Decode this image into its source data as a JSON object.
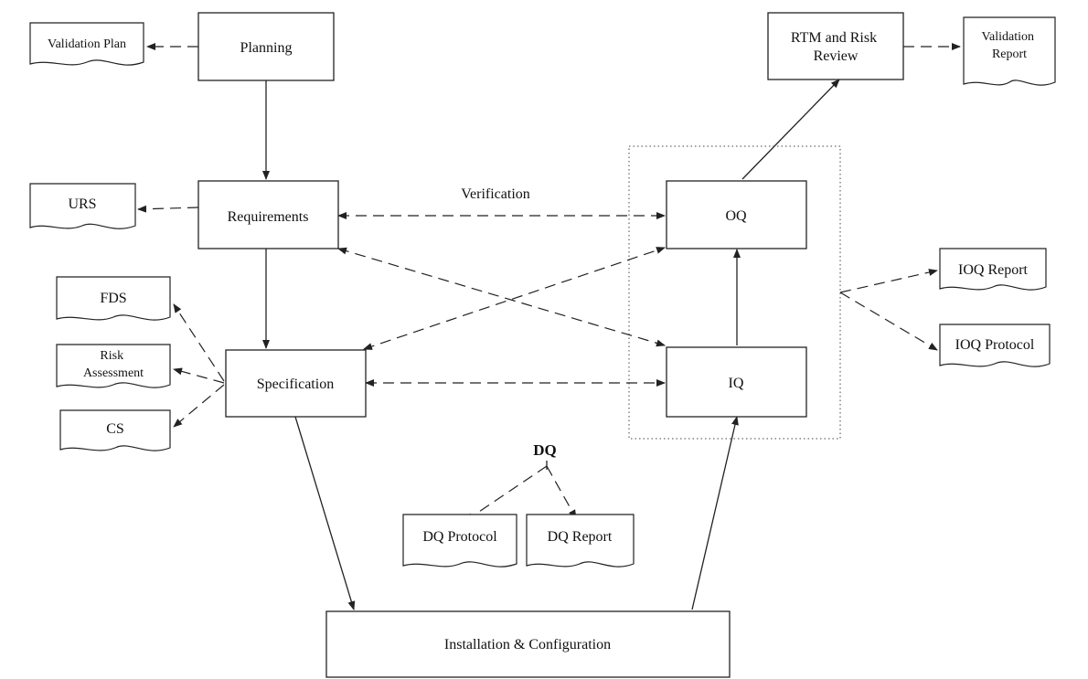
{
  "nodes": {
    "planning": "Planning",
    "requirements": "Requirements",
    "specification": "Specification",
    "installation": "Installation & Configuration",
    "oq": "OQ",
    "iq": "IQ",
    "rtm": [
      "RTM and Risk",
      "Review"
    ]
  },
  "documents": {
    "validation_plan": "Validation Plan",
    "validation_report": [
      "Validation",
      "Report"
    ],
    "urs": "URS",
    "fds": "FDS",
    "risk_assessment": [
      "Risk",
      "Assessment"
    ],
    "cs": "CS",
    "ioq_report": "IOQ Report",
    "ioq_protocol": "IOQ Protocol",
    "dq_protocol": "DQ Protocol",
    "dq_report": "DQ Report"
  },
  "labels": {
    "verification": "Verification",
    "dq": "DQ"
  }
}
